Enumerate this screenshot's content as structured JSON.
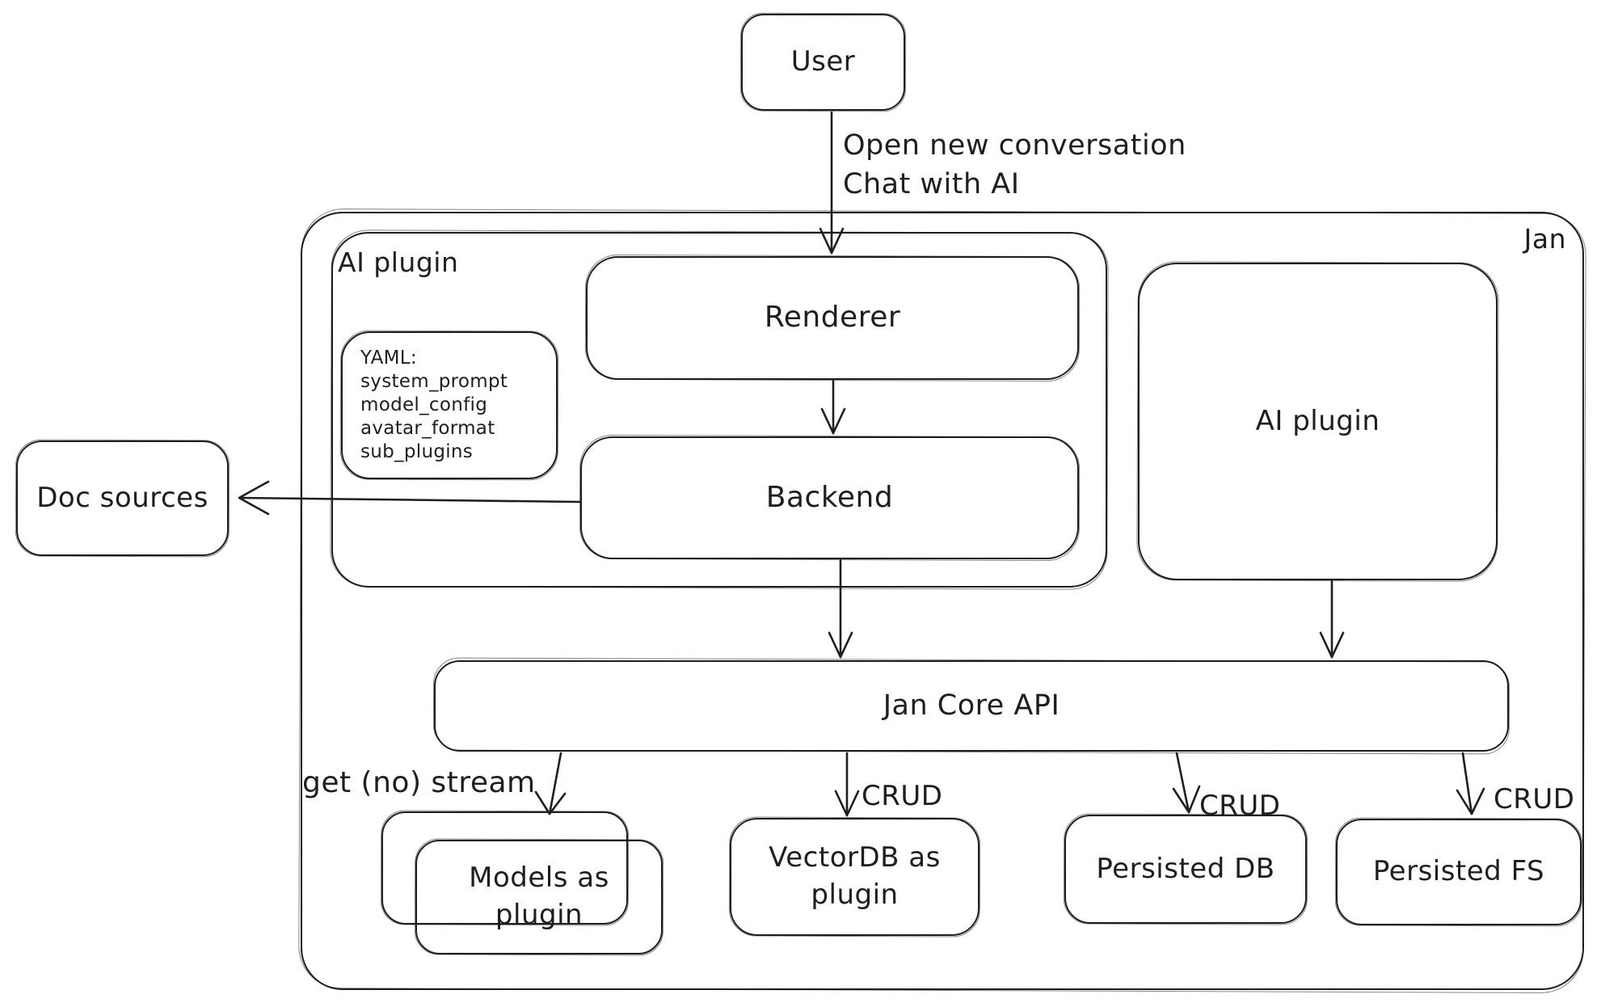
{
  "colors": {
    "ink": "#1e1e1e",
    "background": "#ffffff"
  },
  "nodes": {
    "user": {
      "label": "User"
    },
    "jan_container": {
      "label": "Jan"
    },
    "ai_plugin_group": {
      "label": "AI plugin"
    },
    "renderer": {
      "label": "Renderer"
    },
    "yaml_note": {
      "title": "YAML:",
      "lines": [
        "system_prompt",
        "model_config",
        "avatar_format",
        "sub_plugins"
      ]
    },
    "backend": {
      "label": "Backend"
    },
    "ai_plugin_right": {
      "label": "AI plugin"
    },
    "doc_sources": {
      "label": "Doc sources"
    },
    "jan_core_api": {
      "label": "Jan Core API"
    },
    "models_as_plugin": {
      "label": "Models as plugin"
    },
    "vectordb_as_plugin": {
      "label": "VectorDB as plugin"
    },
    "persisted_db": {
      "label": "Persisted DB"
    },
    "persisted_fs": {
      "label": "Persisted FS"
    }
  },
  "edges": {
    "user_to_renderer": {
      "label_line1": "Open new conversation",
      "label_line2": "Chat with AI"
    },
    "jan_core_api_to_models": {
      "label": "get (no) stream"
    },
    "jan_core_api_to_vectordb": {
      "label": "CRUD"
    },
    "jan_core_api_to_persisted_db": {
      "label": "CRUD"
    },
    "jan_core_api_to_persisted_fs": {
      "label": "CRUD"
    }
  }
}
